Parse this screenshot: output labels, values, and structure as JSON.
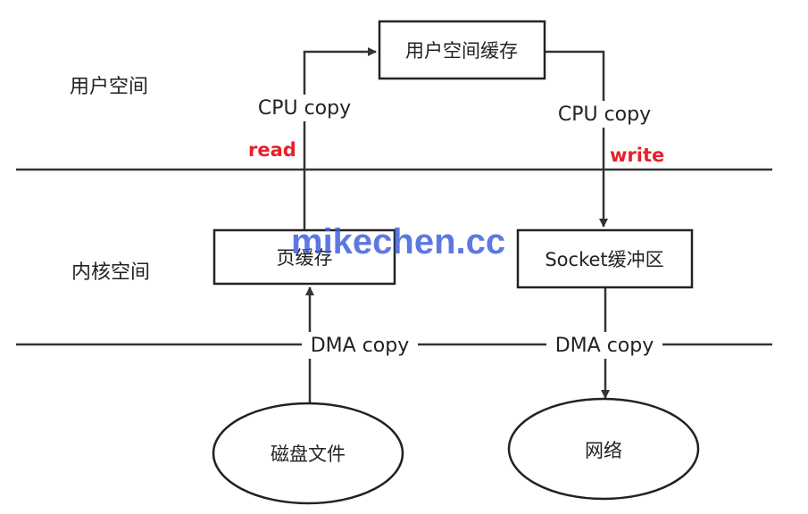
{
  "zones": {
    "user_space": "用户空间",
    "kernel_space": "内核空间"
  },
  "nodes": {
    "user_buffer": "用户空间缓存",
    "page_cache": "页缓存",
    "socket_buffer": "Socket缓冲区",
    "disk_file": "磁盘文件",
    "network": "网络"
  },
  "edges": {
    "cpu_copy_read": "CPU copy",
    "cpu_copy_write": "CPU copy",
    "dma_copy_disk": "DMA copy",
    "dma_copy_net": "DMA copy"
  },
  "operations": {
    "read": "read",
    "write": "write"
  },
  "watermark": "mikechen.cc",
  "colors": {
    "operation": "#e8202a",
    "watermark": "#3b5bdb",
    "lines": "#333333"
  }
}
